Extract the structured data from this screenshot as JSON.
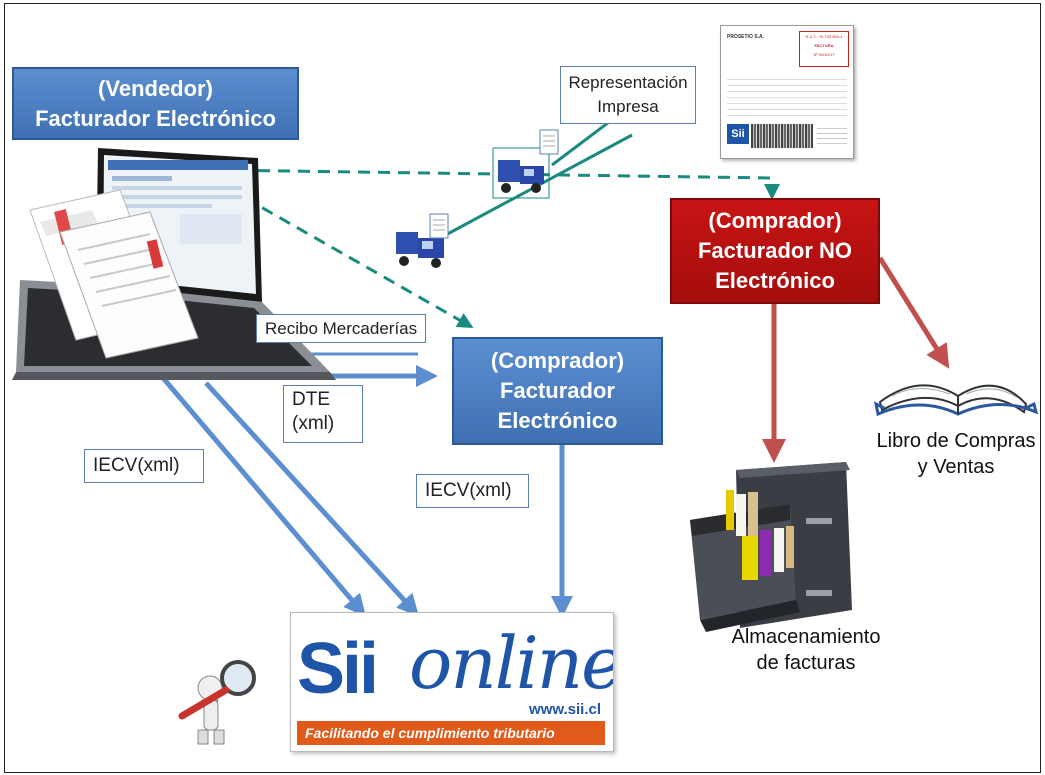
{
  "seller_box": {
    "line1": "(Vendedor)",
    "line2": "Facturador Electrónico"
  },
  "buyer_e_box": {
    "line1": "(Comprador)",
    "line2": "Facturador",
    "line3": "Electrónico"
  },
  "buyer_ne_box": {
    "line1": "(Comprador)",
    "line2": "Facturador NO",
    "line3": "Electrónico"
  },
  "labels": {
    "printed_rep_line1": "Representación",
    "printed_rep_line2": "Impresa",
    "goods_receipt": "Recibo Mercaderías",
    "dte_line1": "DTE",
    "dte_line2": "(xml)",
    "iecv_left": "IECV(xml)",
    "iecv_right": "IECV(xml)"
  },
  "book_caption": {
    "line1": "Libro de Compras",
    "line2": "y Ventas"
  },
  "cabinet_caption": {
    "line1": "Almacenamiento",
    "line2": "de facturas"
  },
  "sii_logo": {
    "brand": "Sii",
    "script": "online",
    "url": "www.sii.cl",
    "tagline": "Facilitando el cumplimiento tributario"
  },
  "invoice_doc": {
    "company": "PROSETIO S.A.",
    "rut": "R.U.T.: 76.733.963-4",
    "doc_type": "FACTURA",
    "number": "Nº 0000217",
    "logo": "Sii"
  },
  "colors": {
    "blue_box": "#4a7fc1",
    "red_box": "#b81010",
    "arrow_blue": "#5b8fd0",
    "arrow_red": "#c0504d",
    "dashed_teal": "#1a8a80"
  }
}
